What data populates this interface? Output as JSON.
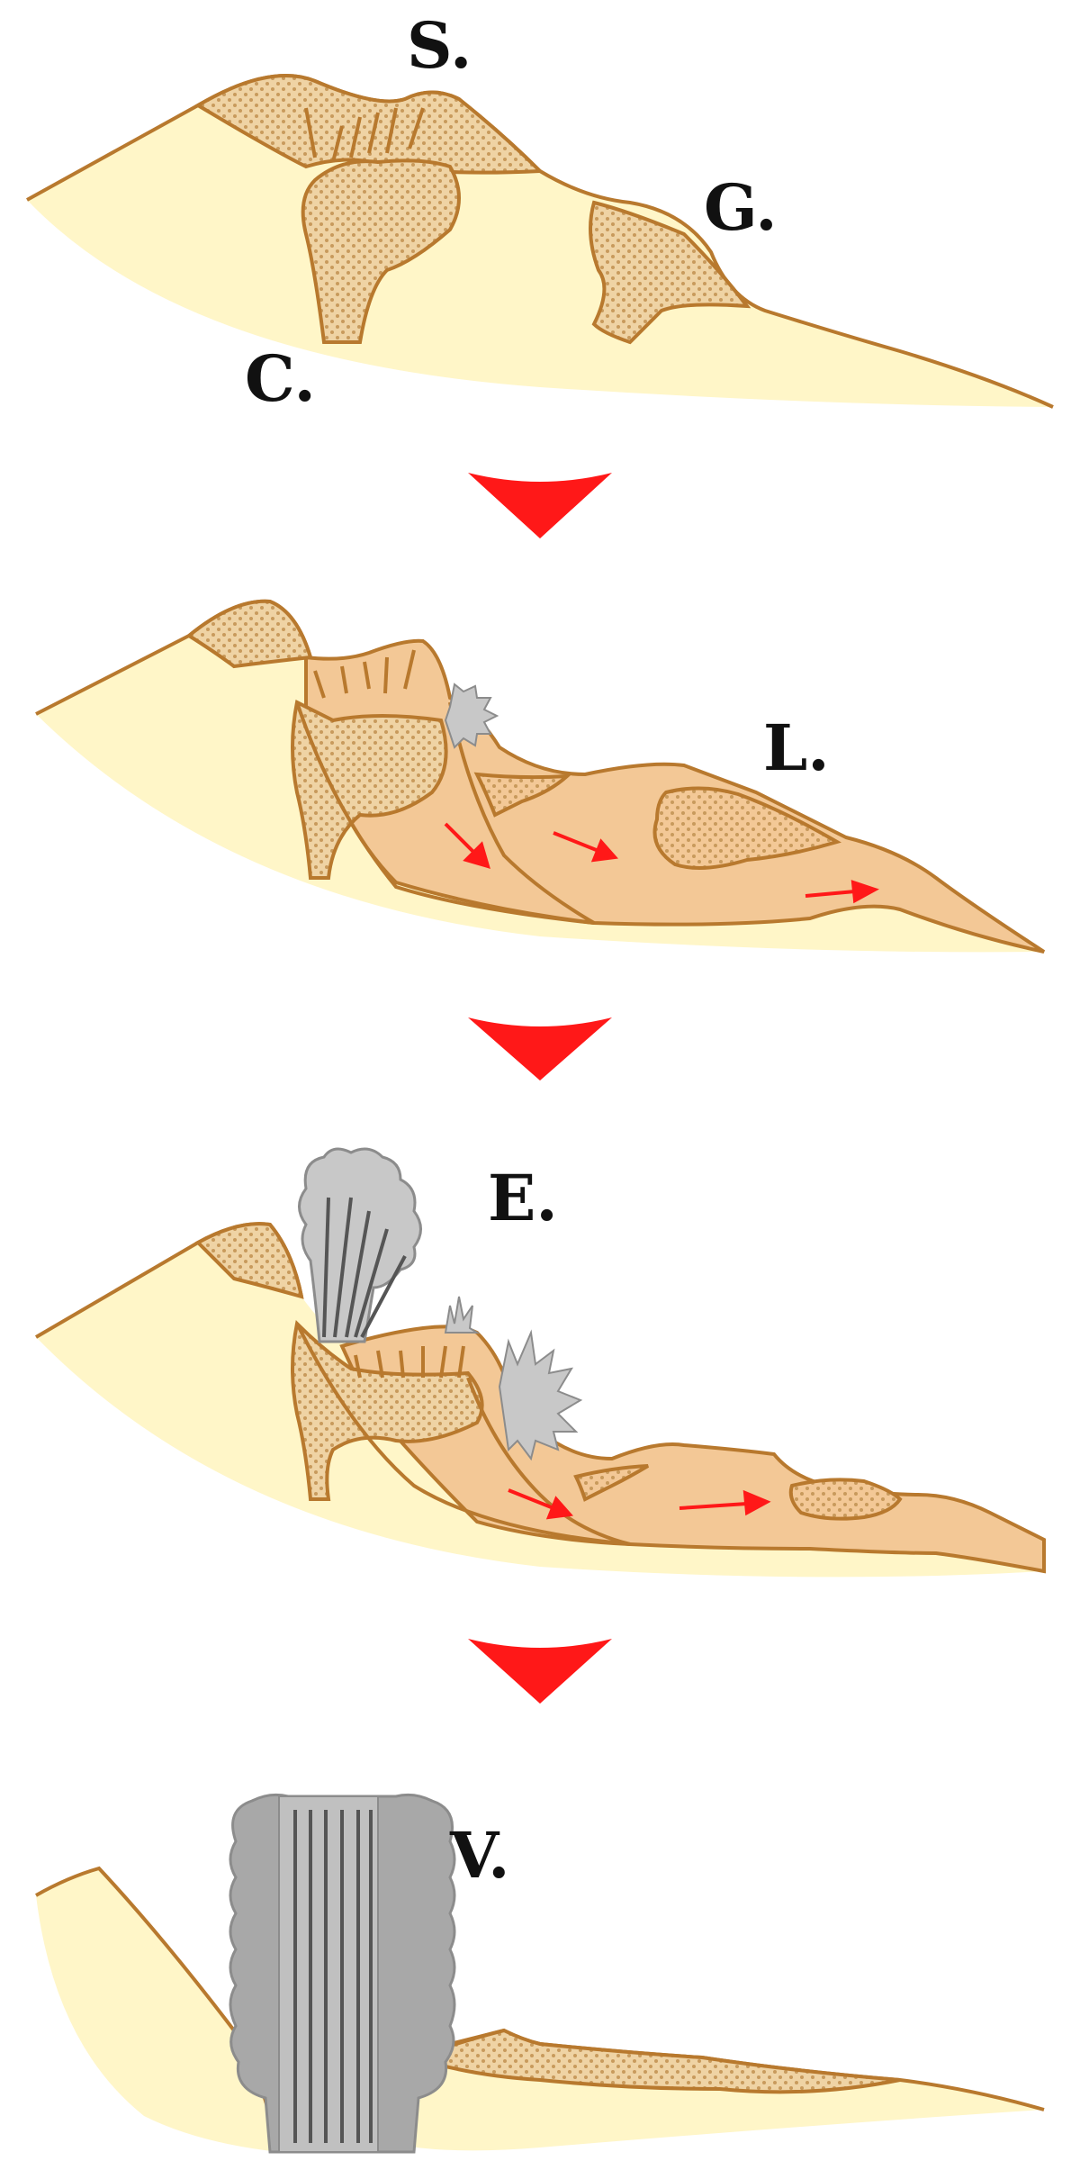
{
  "colors": {
    "outline": "#B8792E",
    "base_fill": "#FFF6C8",
    "dotted_fill": "#EFD3A4",
    "dot": "#C89A5C",
    "slide_fill": "#F3C896",
    "arrow": "#FF1818",
    "plume_fill": "#C8C8C8",
    "plume_stroke": "#8C8C8C",
    "plume_lines": "#555555",
    "plug_fill": "#A8A8A8",
    "label": "#111111"
  },
  "stages": [
    {
      "labels": [
        {
          "text": "S."
        },
        {
          "text": "G."
        },
        {
          "text": "C."
        }
      ]
    },
    {
      "labels": [
        {
          "text": "L."
        }
      ]
    },
    {
      "labels": [
        {
          "text": "E."
        }
      ]
    },
    {
      "labels": [
        {
          "text": "V."
        }
      ]
    }
  ],
  "step_arrows": 3
}
